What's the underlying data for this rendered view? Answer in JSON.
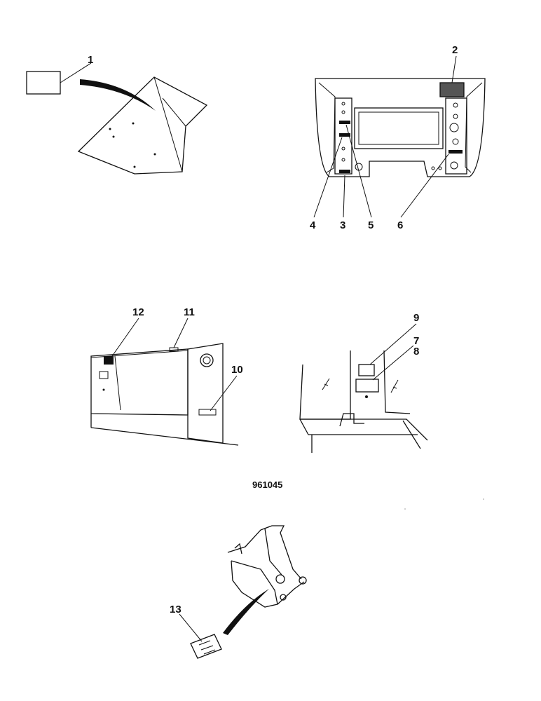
{
  "callouts": {
    "c1": "1",
    "c2": "2",
    "c3": "3",
    "c4": "4",
    "c5": "5",
    "c6": "6",
    "c7": "7",
    "c8": "8",
    "c9": "9",
    "c10": "10",
    "c11": "11",
    "c12": "12",
    "c13": "13"
  },
  "drawing_number": "961045"
}
